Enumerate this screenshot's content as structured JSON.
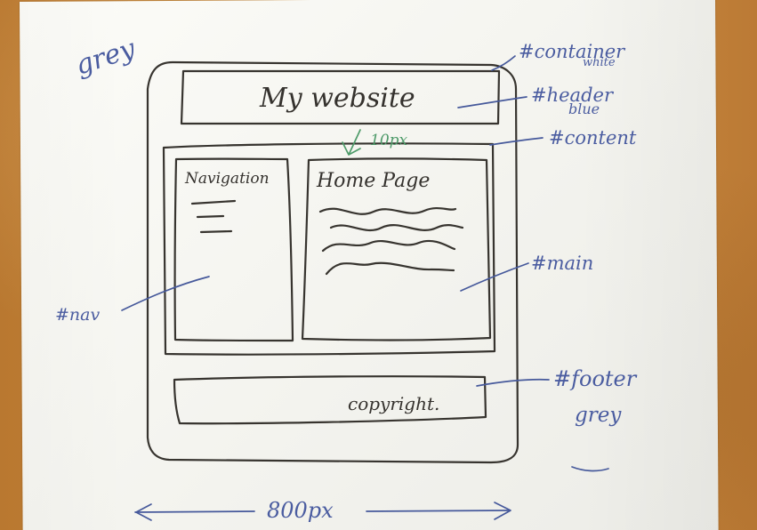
{
  "sketch": {
    "background_note": "grey",
    "container": {
      "label": "#container",
      "sublabel": "white"
    },
    "header": {
      "text": "My website",
      "label": "#header",
      "sublabel": "blue"
    },
    "spacing_note": "10px",
    "content_label": "#content",
    "navigation": {
      "title": "Navigation",
      "label": "#nav"
    },
    "main": {
      "title": "Home Page",
      "label": "#main"
    },
    "footer": {
      "text": "copyright.",
      "label": "#footer",
      "sublabel": "grey"
    },
    "width_note": "800px"
  },
  "colors": {
    "table_wood": "#c9883f",
    "paper": "#f5f5f0",
    "black_ink": "#37342f",
    "blue_ink": "#46599b",
    "green_ink": "#4e9b69"
  }
}
